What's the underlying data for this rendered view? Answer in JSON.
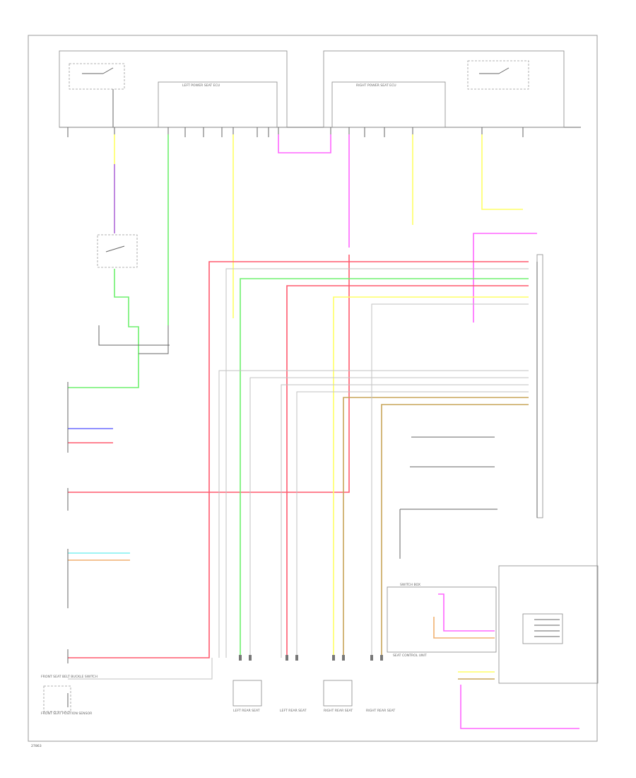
{
  "colors": {
    "red": "#ff5a6e",
    "green": "#6ef06e",
    "yellow": "#ffff66",
    "pink": "#ff66ff",
    "purple": "#b06ad8",
    "orange": "#f0b070",
    "tan": "#c8a55a",
    "cyan": "#7ff0f0",
    "blue": "#6a6aff",
    "gray": "#c2c2c2"
  },
  "labels": {
    "left_unit": "LEFT POWER SEAT ECU",
    "right_unit": "RIGHT POWER SEAT ECU",
    "switch_box": "SWITCH BOX",
    "front_sensor_a": "FRONT SEAT BELT BUCKLE SWITCH",
    "front_sensor_b": "FRONT SEAT POSITION SENSOR",
    "left_rear_a": "LEFT REAR SEAT",
    "left_rear_b": "LEFT REAR SEAT",
    "right_rear_a": "RIGHT REAR SEAT",
    "right_rear_b": "RIGHT REAR SEAT",
    "bottom_right": "SEAT CONTROL UNIT",
    "corner_mark": "27863"
  }
}
